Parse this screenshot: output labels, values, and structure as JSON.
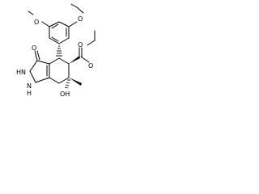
{
  "molecule": {
    "labels": {
      "o_methoxy_top": "O",
      "methyl_top": "CH3-stub",
      "o_methoxy_left": "O",
      "o_carbonyl_ketone": "O",
      "nh_top": "HN",
      "nh_bottom": "N",
      "h_on_n": "H",
      "o_ester_carbonyl": "O",
      "o_ester_ether": "O",
      "oh_label": "OH"
    },
    "display": {
      "o_methoxy_top": "O",
      "o_methoxy_left": "O",
      "o_carbonyl_ketone": "O",
      "nh_top": "HN",
      "nh_bottom": "N",
      "h_on_n": "H",
      "o_ester_carbonyl": "O",
      "o_ester_ether": "O",
      "oh_label": "OH"
    }
  }
}
